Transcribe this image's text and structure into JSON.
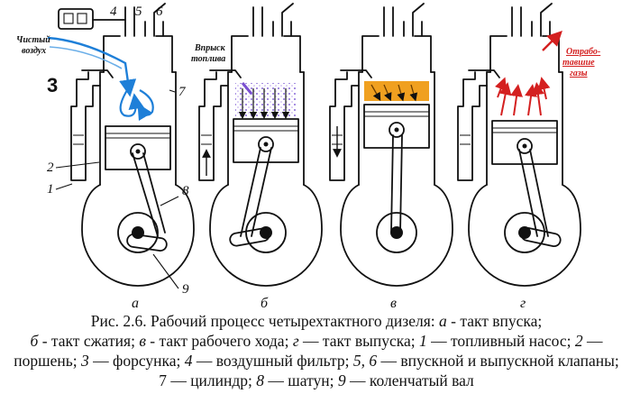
{
  "labels": {
    "n1": "1",
    "n2": "2",
    "n3": "3",
    "n4": "4",
    "n5": "5",
    "n6": "6",
    "n7": "7",
    "n8": "8",
    "n9": "9"
  },
  "notes": {
    "air_line1": "Чистый",
    "air_line2": "воздух",
    "fuel_line1": "Впрыск",
    "fuel_line2": "топлива",
    "exhaust_line1": "Отрабо-",
    "exhaust_line2": "тавшие",
    "exhaust_line3": "газы"
  },
  "strokes": [
    "а",
    "б",
    "в",
    "г"
  ],
  "caption": {
    "line1": "Рис. 2.6. Рабочий процесс четырехтактного дизеля:",
    "a": "а",
    "a_text": "- такт впуска;",
    "b": "б",
    "b_text": "- такт сжатия;",
    "v": "в",
    "v_text": "- такт рабочего хода;",
    "g": "г",
    "g_text": "— такт выпуска;",
    "i1": "1",
    "t1": "— топливный насос;",
    "i2": "2",
    "t2": "— поршень;",
    "i3": "3",
    "t3": "— форсунка;",
    "i4": "4",
    "t4": "— воздушный фильтр;",
    "i5": "5, 6",
    "t5": "— впускной и выпускной клапаны;",
    "t7": "7 — цилиндр;",
    "i8": "8",
    "t8": "— шатун;",
    "i9": "9",
    "t9": "— коленчатый вал"
  },
  "colors": {
    "air": "#1e7fd8",
    "fuel": "#7a4fd0",
    "combustion": "#f0a020",
    "exhaust": "#d42020"
  }
}
